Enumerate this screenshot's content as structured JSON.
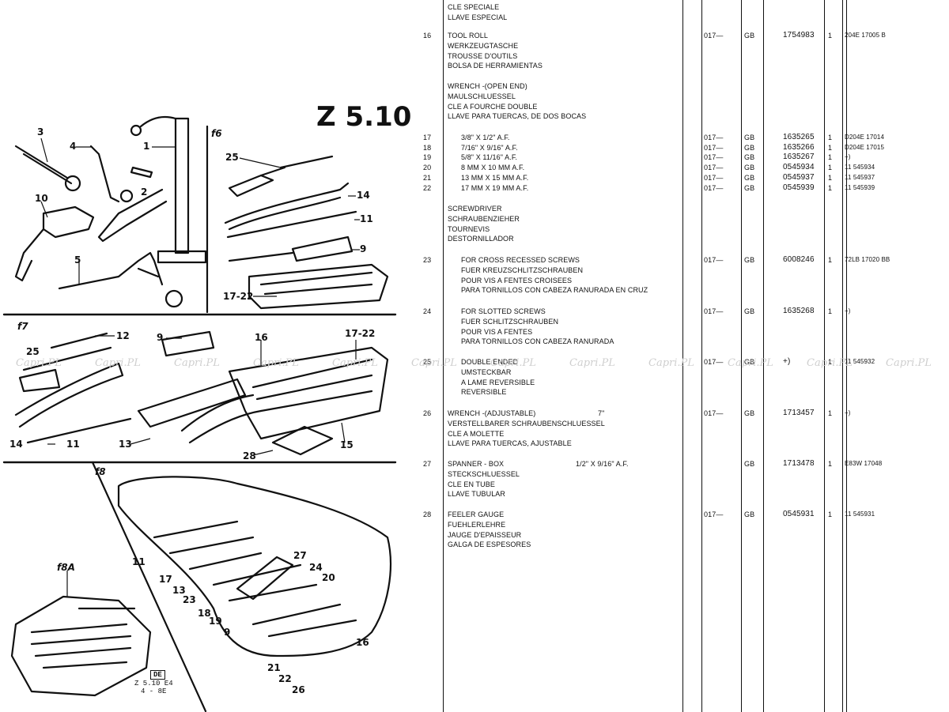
{
  "figure": {
    "title": "Z 5.10",
    "panel_labels": [
      "f6",
      "f7",
      "f8",
      "f8A"
    ],
    "stamp": {
      "box": "DE",
      "line1": "Z  5.10  E4",
      "line2": "4 - 8E"
    },
    "callouts": {
      "p1": [
        "3",
        "4",
        "1",
        "2",
        "10",
        "5"
      ],
      "p2": [
        "25",
        "14",
        "11",
        "9",
        "17-22"
      ],
      "p3": [
        "12",
        "25",
        "9",
        "16",
        "17-22",
        "14",
        "11",
        "13",
        "28",
        "15"
      ],
      "p4": [
        "11",
        "17",
        "13",
        "23",
        "18",
        "19",
        "9",
        "27",
        "24",
        "20",
        "16",
        "21",
        "22",
        "26"
      ]
    }
  },
  "watermark": "Capri.PL",
  "parts": [
    {
      "no": "",
      "desc": [
        "CLE SPECIALE",
        "LLAVE ESPECIAL"
      ],
      "size": "",
      "from": "",
      "mkt": "",
      "part": "",
      "qty": "",
      "ref": ""
    },
    {
      "no": "16",
      "desc": [
        "TOOL ROLL",
        "WERKZEUGTASCHE",
        "TROUSSE D'OUTILS",
        "BOLSA DE HERRAMIENTAS"
      ],
      "size": "",
      "from": "017—",
      "mkt": "GB",
      "part": "1754983",
      "qty": "1",
      "ref": "204E 17005 B"
    },
    {
      "no": "",
      "desc": [
        "WRENCH -(OPEN END)",
        "MAULSCHLUESSEL",
        "CLE A FOURCHE DOUBLE",
        "LLAVE PARA TUERCAS, DE DOS BOCAS"
      ],
      "size": "",
      "from": "",
      "mkt": "",
      "part": "",
      "qty": "",
      "ref": ""
    },
    {
      "no": "17",
      "desc": [
        "3/8\" X 1/2\" A.F."
      ],
      "indent": true,
      "size": "",
      "from": "017—",
      "mkt": "GB",
      "part": "1635265",
      "qty": "1",
      "ref": "D204E 17014"
    },
    {
      "no": "18",
      "desc": [
        "7/16\" X 9/16\" A.F."
      ],
      "indent": true,
      "size": "",
      "from": "017—",
      "mkt": "GB",
      "part": "1635266",
      "qty": "1",
      "ref": "D204E 17015"
    },
    {
      "no": "19",
      "desc": [
        "5/8\" X 11/16\" A.F."
      ],
      "indent": true,
      "size": "",
      "from": "017—",
      "mkt": "GB",
      "part": "1635267",
      "qty": "1",
      "ref": "+)"
    },
    {
      "no": "20",
      "desc": [
        "8 MM X 10 MM A.F."
      ],
      "indent": true,
      "size": "",
      "from": "017—",
      "mkt": "GB",
      "part": "0545934",
      "qty": "1",
      "ref": "11 545934"
    },
    {
      "no": "21",
      "desc": [
        "13 MM X 15 MM A.F."
      ],
      "indent": true,
      "size": "",
      "from": "017—",
      "mkt": "GB",
      "part": "0545937",
      "qty": "1",
      "ref": "11 545937"
    },
    {
      "no": "22",
      "desc": [
        "17 MM X 19 MM A.F."
      ],
      "indent": true,
      "size": "",
      "from": "017—",
      "mkt": "GB",
      "part": "0545939",
      "qty": "1",
      "ref": "11 545939"
    },
    {
      "no": "",
      "desc": [
        "SCREWDRIVER",
        "SCHRAUBENZIEHER",
        "TOURNEVIS",
        "DESTORNILLADOR"
      ],
      "size": "",
      "from": "",
      "mkt": "",
      "part": "",
      "qty": "",
      "ref": ""
    },
    {
      "no": "23",
      "desc": [
        "FOR CROSS RECESSED SCREWS",
        "FUER KREUZSCHLITZSCHRAUBEN",
        "POUR VIS A FENTES CROISEES",
        "PARA TORNILLOS CON CABEZA RANURADA EN CRUZ"
      ],
      "indent": true,
      "size": "",
      "from": "017—",
      "mkt": "GB",
      "part": "6008246",
      "qty": "1",
      "ref": "72LB 17020 BB"
    },
    {
      "no": "24",
      "desc": [
        "FOR SLOTTED SCREWS",
        "FUER SCHLITZSCHRAUBEN",
        "POUR VIS A FENTES",
        "PARA TORNILLOS CON CABEZA RANURADA"
      ],
      "indent": true,
      "size": "",
      "from": "017—",
      "mkt": "GB",
      "part": "1635268",
      "qty": "1",
      "ref": "+)"
    },
    {
      "no": "25",
      "desc": [
        "DOUBLE ENDED",
        "UMSTECKBAR",
        "A LAME REVERSIBLE",
        "REVERSIBLE"
      ],
      "indent": true,
      "size": "",
      "from": "017—",
      "mkt": "GB",
      "part": "+)",
      "qty": "1",
      "ref": "11 545932"
    },
    {
      "no": "26",
      "desc": [
        "WRENCH -(ADJUSTABLE)",
        "VERSTELLBARER SCHRAUBENSCHLUESSEL",
        "CLE A MOLETTE",
        "LLAVE PARA TUERCAS, AJUSTABLE"
      ],
      "size": "7\"",
      "from": "017—",
      "mkt": "GB",
      "part": "1713457",
      "qty": "1",
      "ref": "+)"
    },
    {
      "no": "27",
      "desc": [
        "SPANNER - BOX",
        "STECKSCHLUESSEL",
        "CLE EN TUBE",
        "LLAVE TUBULAR"
      ],
      "size": "1/2\" X 9/16\" A.F.",
      "from": "",
      "mkt": "GB",
      "part": "1713478",
      "qty": "1",
      "ref": "E83W 17048"
    },
    {
      "no": "28",
      "desc": [
        "FEELER GAUGE",
        "FUEHLERLEHRE",
        "JAUGE D'EPAISSEUR",
        "GALGA DE ESPESORES"
      ],
      "size": "",
      "from": "017—",
      "mkt": "GB",
      "part": "0545931",
      "qty": "1",
      "ref": "11 545931"
    }
  ]
}
